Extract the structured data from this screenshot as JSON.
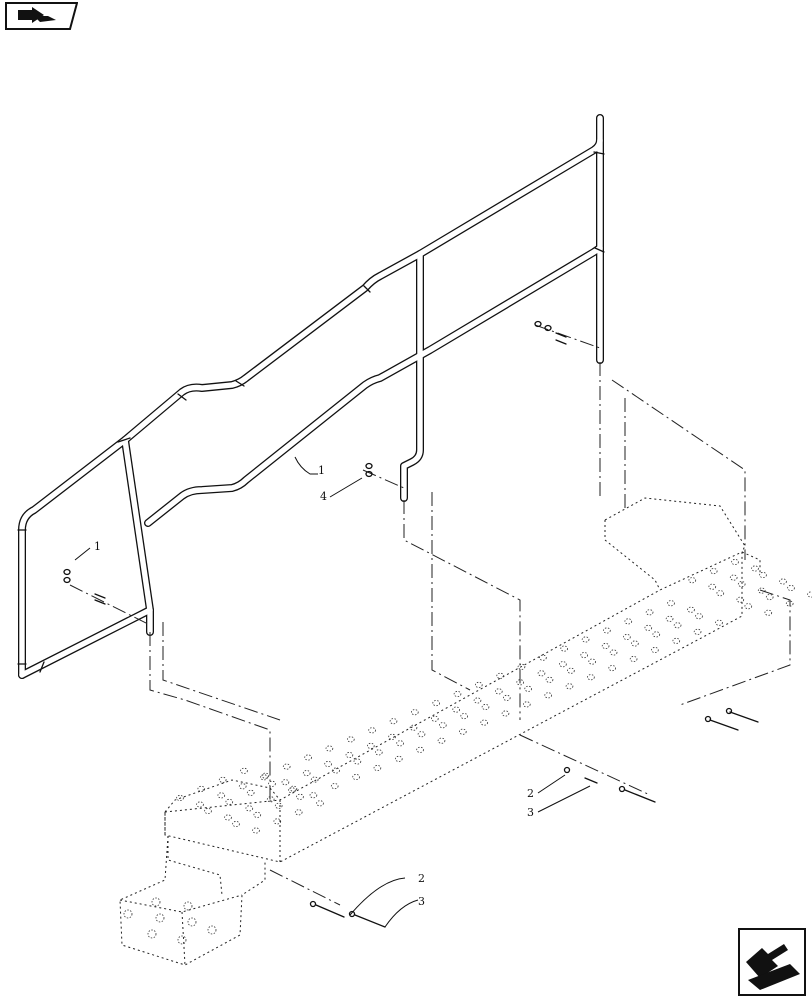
{
  "nav": {
    "top_icon": "book-arrow-icon",
    "bottom_icon": "next-page-arrow-icon"
  },
  "callouts": {
    "handrail": "1",
    "washer": "2",
    "bolt": "3",
    "nut": "4"
  }
}
